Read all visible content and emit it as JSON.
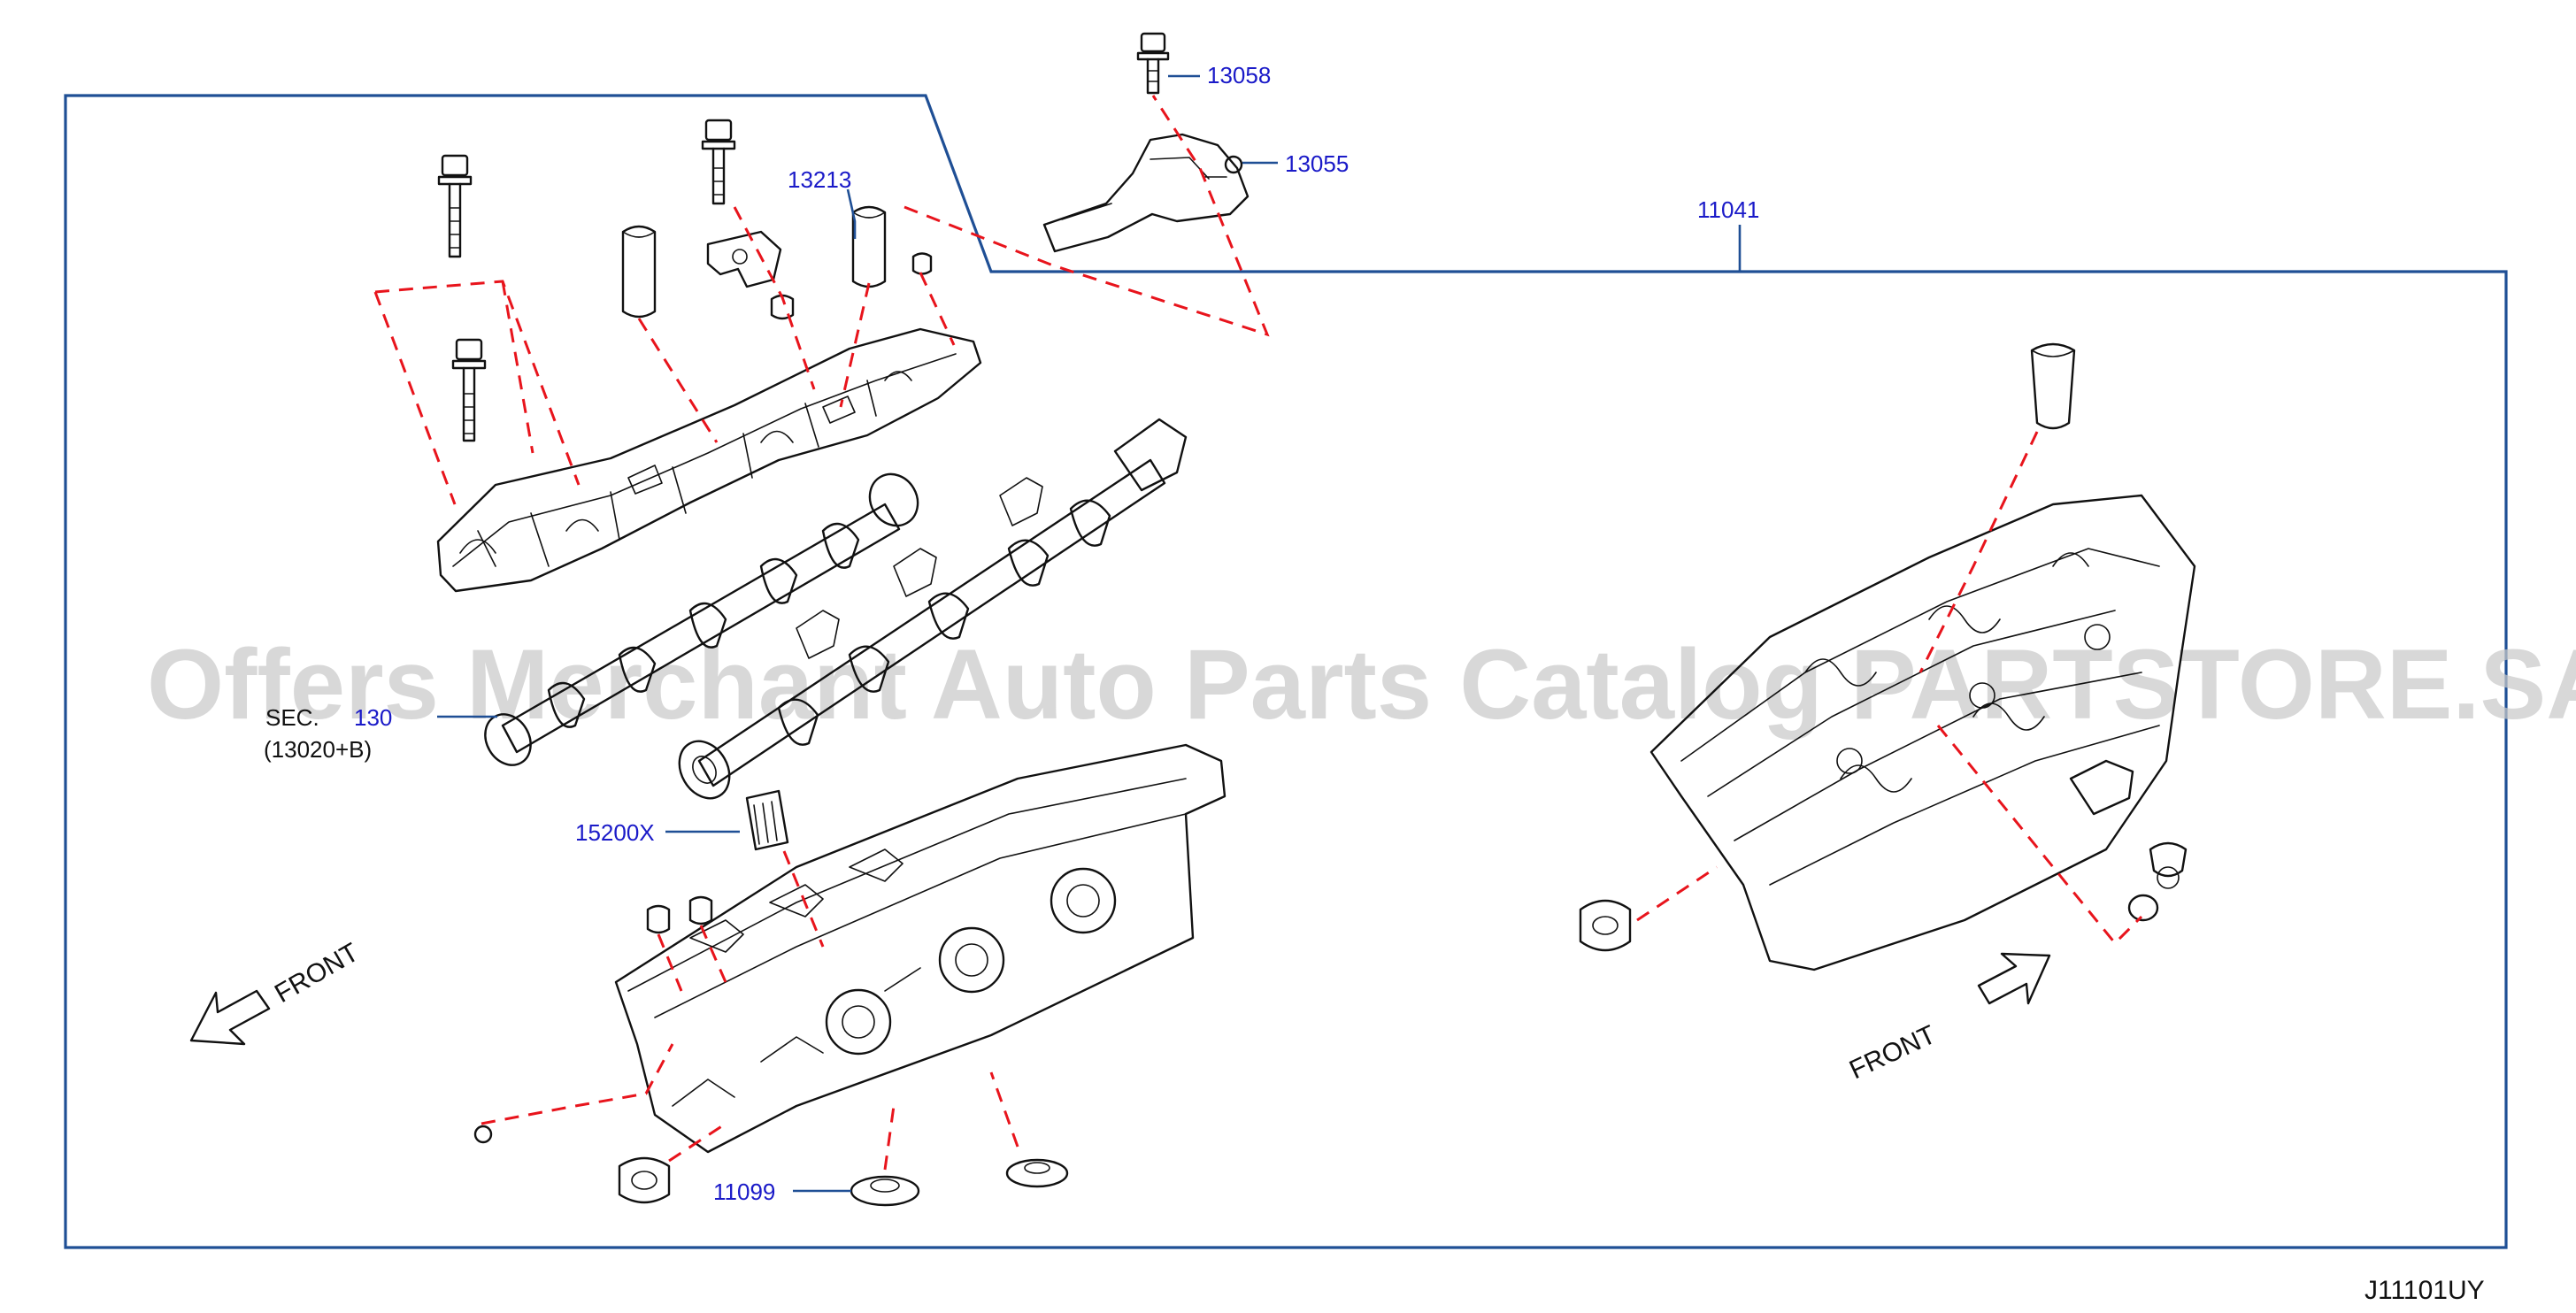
{
  "diagram": {
    "part_labels": {
      "p13058": "13058",
      "p13055": "13055",
      "p13213": "13213",
      "p11041": "11041",
      "p15200x": "15200X",
      "p11099": "11099",
      "sec_prefix": "SEC.",
      "sec_number": "130",
      "sec_sub": "(13020+B)"
    },
    "front_left": "FRONT",
    "front_right": "FRONT",
    "watermark": "Offers Merchant Auto Parts Catalog PARTSTORE.SA",
    "diagram_code": "J11101UY",
    "colors": {
      "border": "#1f4f95",
      "label": "#1a1ac8",
      "dashed_guide": "#e8141c",
      "linework": "#111111"
    }
  }
}
